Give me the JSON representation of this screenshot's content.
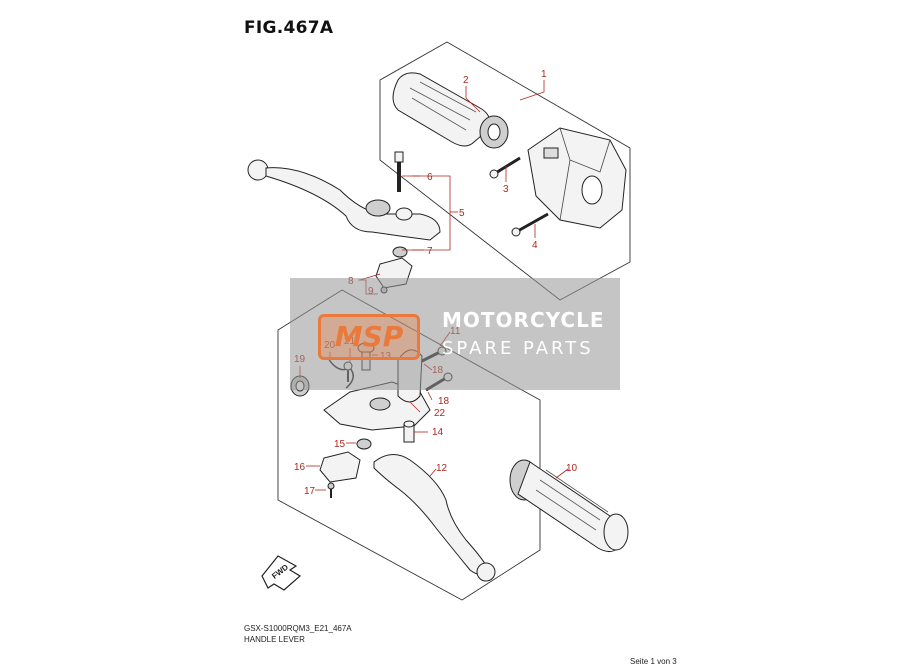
{
  "figure": {
    "title": "FIG.467A"
  },
  "callouts": [
    "1",
    "2",
    "3",
    "4",
    "5",
    "6",
    "7",
    "8",
    "9",
    "10",
    "11",
    "12",
    "13",
    "14",
    "15",
    "16",
    "17",
    "18",
    "18",
    "19",
    "20",
    "21",
    "22"
  ],
  "watermark": {
    "logo_text": "MSP",
    "line1": "MOTORCYCLE",
    "line2": "SPARE PARTS"
  },
  "fwd_label": "FWD",
  "footer": {
    "code": "GSX-S1000RQM3_E21_467A",
    "name": "HANDLE LEVER",
    "page": "Seite 1 von 3"
  },
  "colors": {
    "callout": "#b0261d",
    "watermark_accent": "#e97a3c"
  }
}
